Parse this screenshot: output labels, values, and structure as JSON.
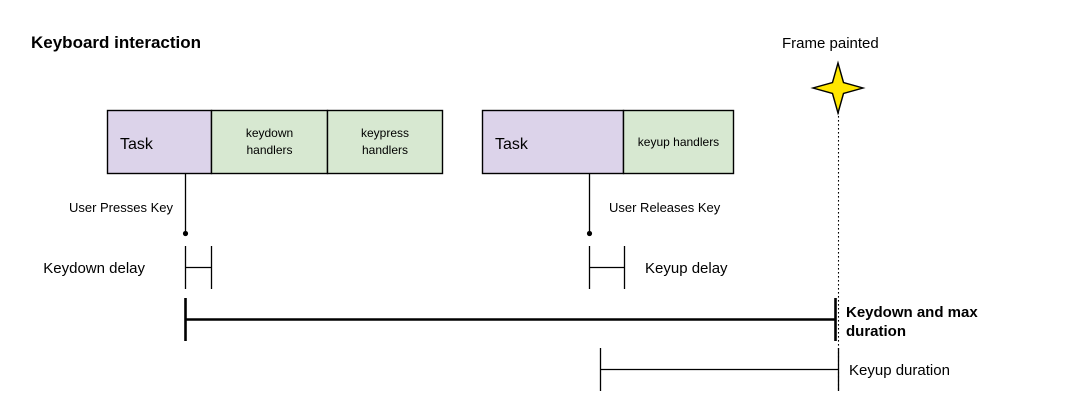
{
  "title": "Keyboard interaction",
  "frame_marker": {
    "label": "Frame painted",
    "icon": "four-point-star-icon",
    "star_color": "#ffe600"
  },
  "colors": {
    "task_fill": "#dcd3ea",
    "handler_fill": "#d7e8d1",
    "stroke": "#000000",
    "background": "#ffffff"
  },
  "timeline_groups": [
    {
      "name": "keydown-group",
      "blocks": [
        {
          "label": "Task",
          "type": "task"
        },
        {
          "label": "keydown handlers",
          "line1": "keydown",
          "line2": "handlers",
          "type": "handler"
        },
        {
          "label": "keypress handlers",
          "line1": "keypress",
          "line2": "handlers",
          "type": "handler"
        }
      ],
      "event_label": "User Presses Key"
    },
    {
      "name": "keyup-group",
      "blocks": [
        {
          "label": "Task",
          "type": "task"
        },
        {
          "label": "keyup handlers",
          "line1": "keyup handlers",
          "line2": "",
          "type": "handler"
        }
      ],
      "event_label": "User Releases Key"
    }
  ],
  "measures": [
    {
      "name": "keydown-delay",
      "label": "Keydown delay",
      "bold": false,
      "label_side": "left"
    },
    {
      "name": "keyup-delay",
      "label": "Keyup delay",
      "bold": false,
      "label_side": "right"
    },
    {
      "name": "keydown-and-max-duration",
      "label": "Keydown and max duration",
      "line1": "Keydown and max",
      "line2": "duration",
      "bold": true,
      "label_side": "right"
    },
    {
      "name": "keyup-duration",
      "label": "Keyup duration",
      "bold": false,
      "label_side": "right"
    }
  ]
}
